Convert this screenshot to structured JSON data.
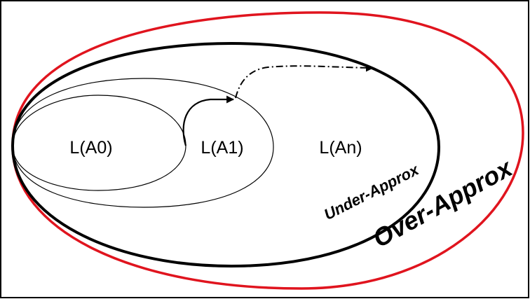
{
  "sets": [
    {
      "id": "a0",
      "label": "L(A0)"
    },
    {
      "id": "a1",
      "label": "L(A1)"
    },
    {
      "id": "an",
      "label": "L(An)"
    }
  ],
  "approximations": {
    "under": {
      "label": "Under-Approx",
      "color": "#000000"
    },
    "over": {
      "label": "Over-Approx",
      "color": "#e0141e"
    }
  },
  "frame_color": "#000000"
}
